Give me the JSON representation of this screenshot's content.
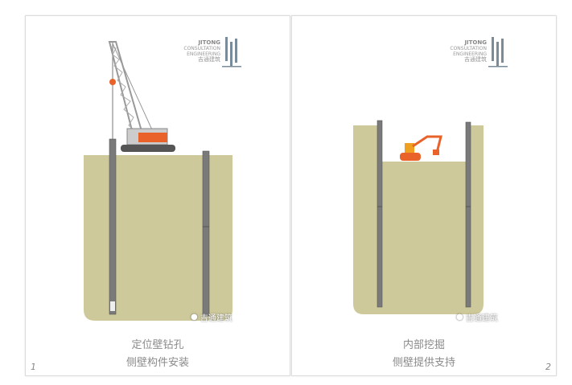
{
  "panels": [
    {
      "number": "1",
      "caption_line1": "定位壁钻孔",
      "caption_line2": "侧壁构件安装"
    },
    {
      "number": "2",
      "caption_line1": "内部挖掘",
      "caption_line2": "侧壁提供支持"
    }
  ],
  "logo": {
    "brand": "JITONG",
    "line1": "CONSULTATION",
    "line2": "ENGINEERING",
    "cn": "吉通建筑"
  },
  "watermark": "吉通建筑",
  "colors": {
    "soil": "#cdc99a",
    "wall": "#7d7d7d",
    "machine": "#e8622a"
  }
}
